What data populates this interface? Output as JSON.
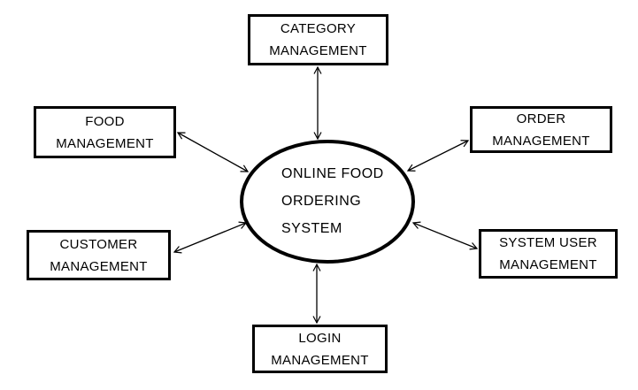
{
  "diagram": {
    "background_color": "#ffffff",
    "stroke_color": "#000000",
    "text_color": "#000000",
    "center_node": {
      "shape": "ellipse",
      "lines": [
        "ONLINE FOOD",
        "ORDERING",
        "SYSTEM"
      ]
    },
    "nodes": [
      {
        "id": "category-management",
        "position": "top",
        "line1": "CATEGORY",
        "line2": "MANAGEMENT"
      },
      {
        "id": "food-management",
        "position": "upper-left",
        "line1": "FOOD",
        "line2": "MANAGEMENT"
      },
      {
        "id": "order-management",
        "position": "upper-right",
        "line1": "ORDER",
        "line2": "MANAGEMENT"
      },
      {
        "id": "customer-management",
        "position": "lower-left",
        "line1": "CUSTOMER",
        "line2": "MANAGEMENT"
      },
      {
        "id": "system-user-management",
        "position": "lower-right",
        "line1": "SYSTEM USER",
        "line2": "MANAGEMENT"
      },
      {
        "id": "login-management",
        "position": "bottom",
        "line1": "LOGIN",
        "line2": "MANAGEMENT"
      }
    ],
    "connections": [
      {
        "from": "online-food-ordering-system",
        "to": "category-management",
        "style": "double-headed-arrow"
      },
      {
        "from": "online-food-ordering-system",
        "to": "food-management",
        "style": "double-headed-arrow"
      },
      {
        "from": "online-food-ordering-system",
        "to": "order-management",
        "style": "double-headed-arrow"
      },
      {
        "from": "online-food-ordering-system",
        "to": "customer-management",
        "style": "double-headed-arrow"
      },
      {
        "from": "online-food-ordering-system",
        "to": "system-user-management",
        "style": "double-headed-arrow"
      },
      {
        "from": "online-food-ordering-system",
        "to": "login-management",
        "style": "double-headed-arrow"
      }
    ]
  }
}
